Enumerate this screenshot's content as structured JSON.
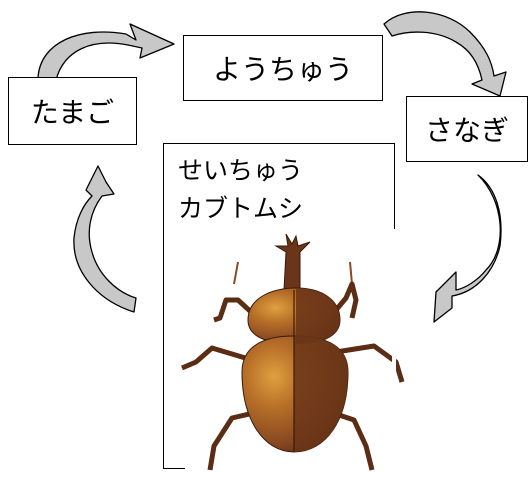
{
  "stages": {
    "egg": "たまご",
    "larva": "ようちゅう",
    "pupa": "さなぎ",
    "adult_line1": "せいちゅう",
    "adult_line2": "カブトムシ"
  },
  "icons": {
    "beetle": "rhinoceros-beetle-icon",
    "arrow": "curved-cycle-arrow-icon"
  },
  "colors": {
    "arrow_fill": "#c8c8c8",
    "beetle_body": "#8a4a22",
    "beetle_dark": "#5a2d14",
    "beetle_highlight": "#d28a30"
  }
}
